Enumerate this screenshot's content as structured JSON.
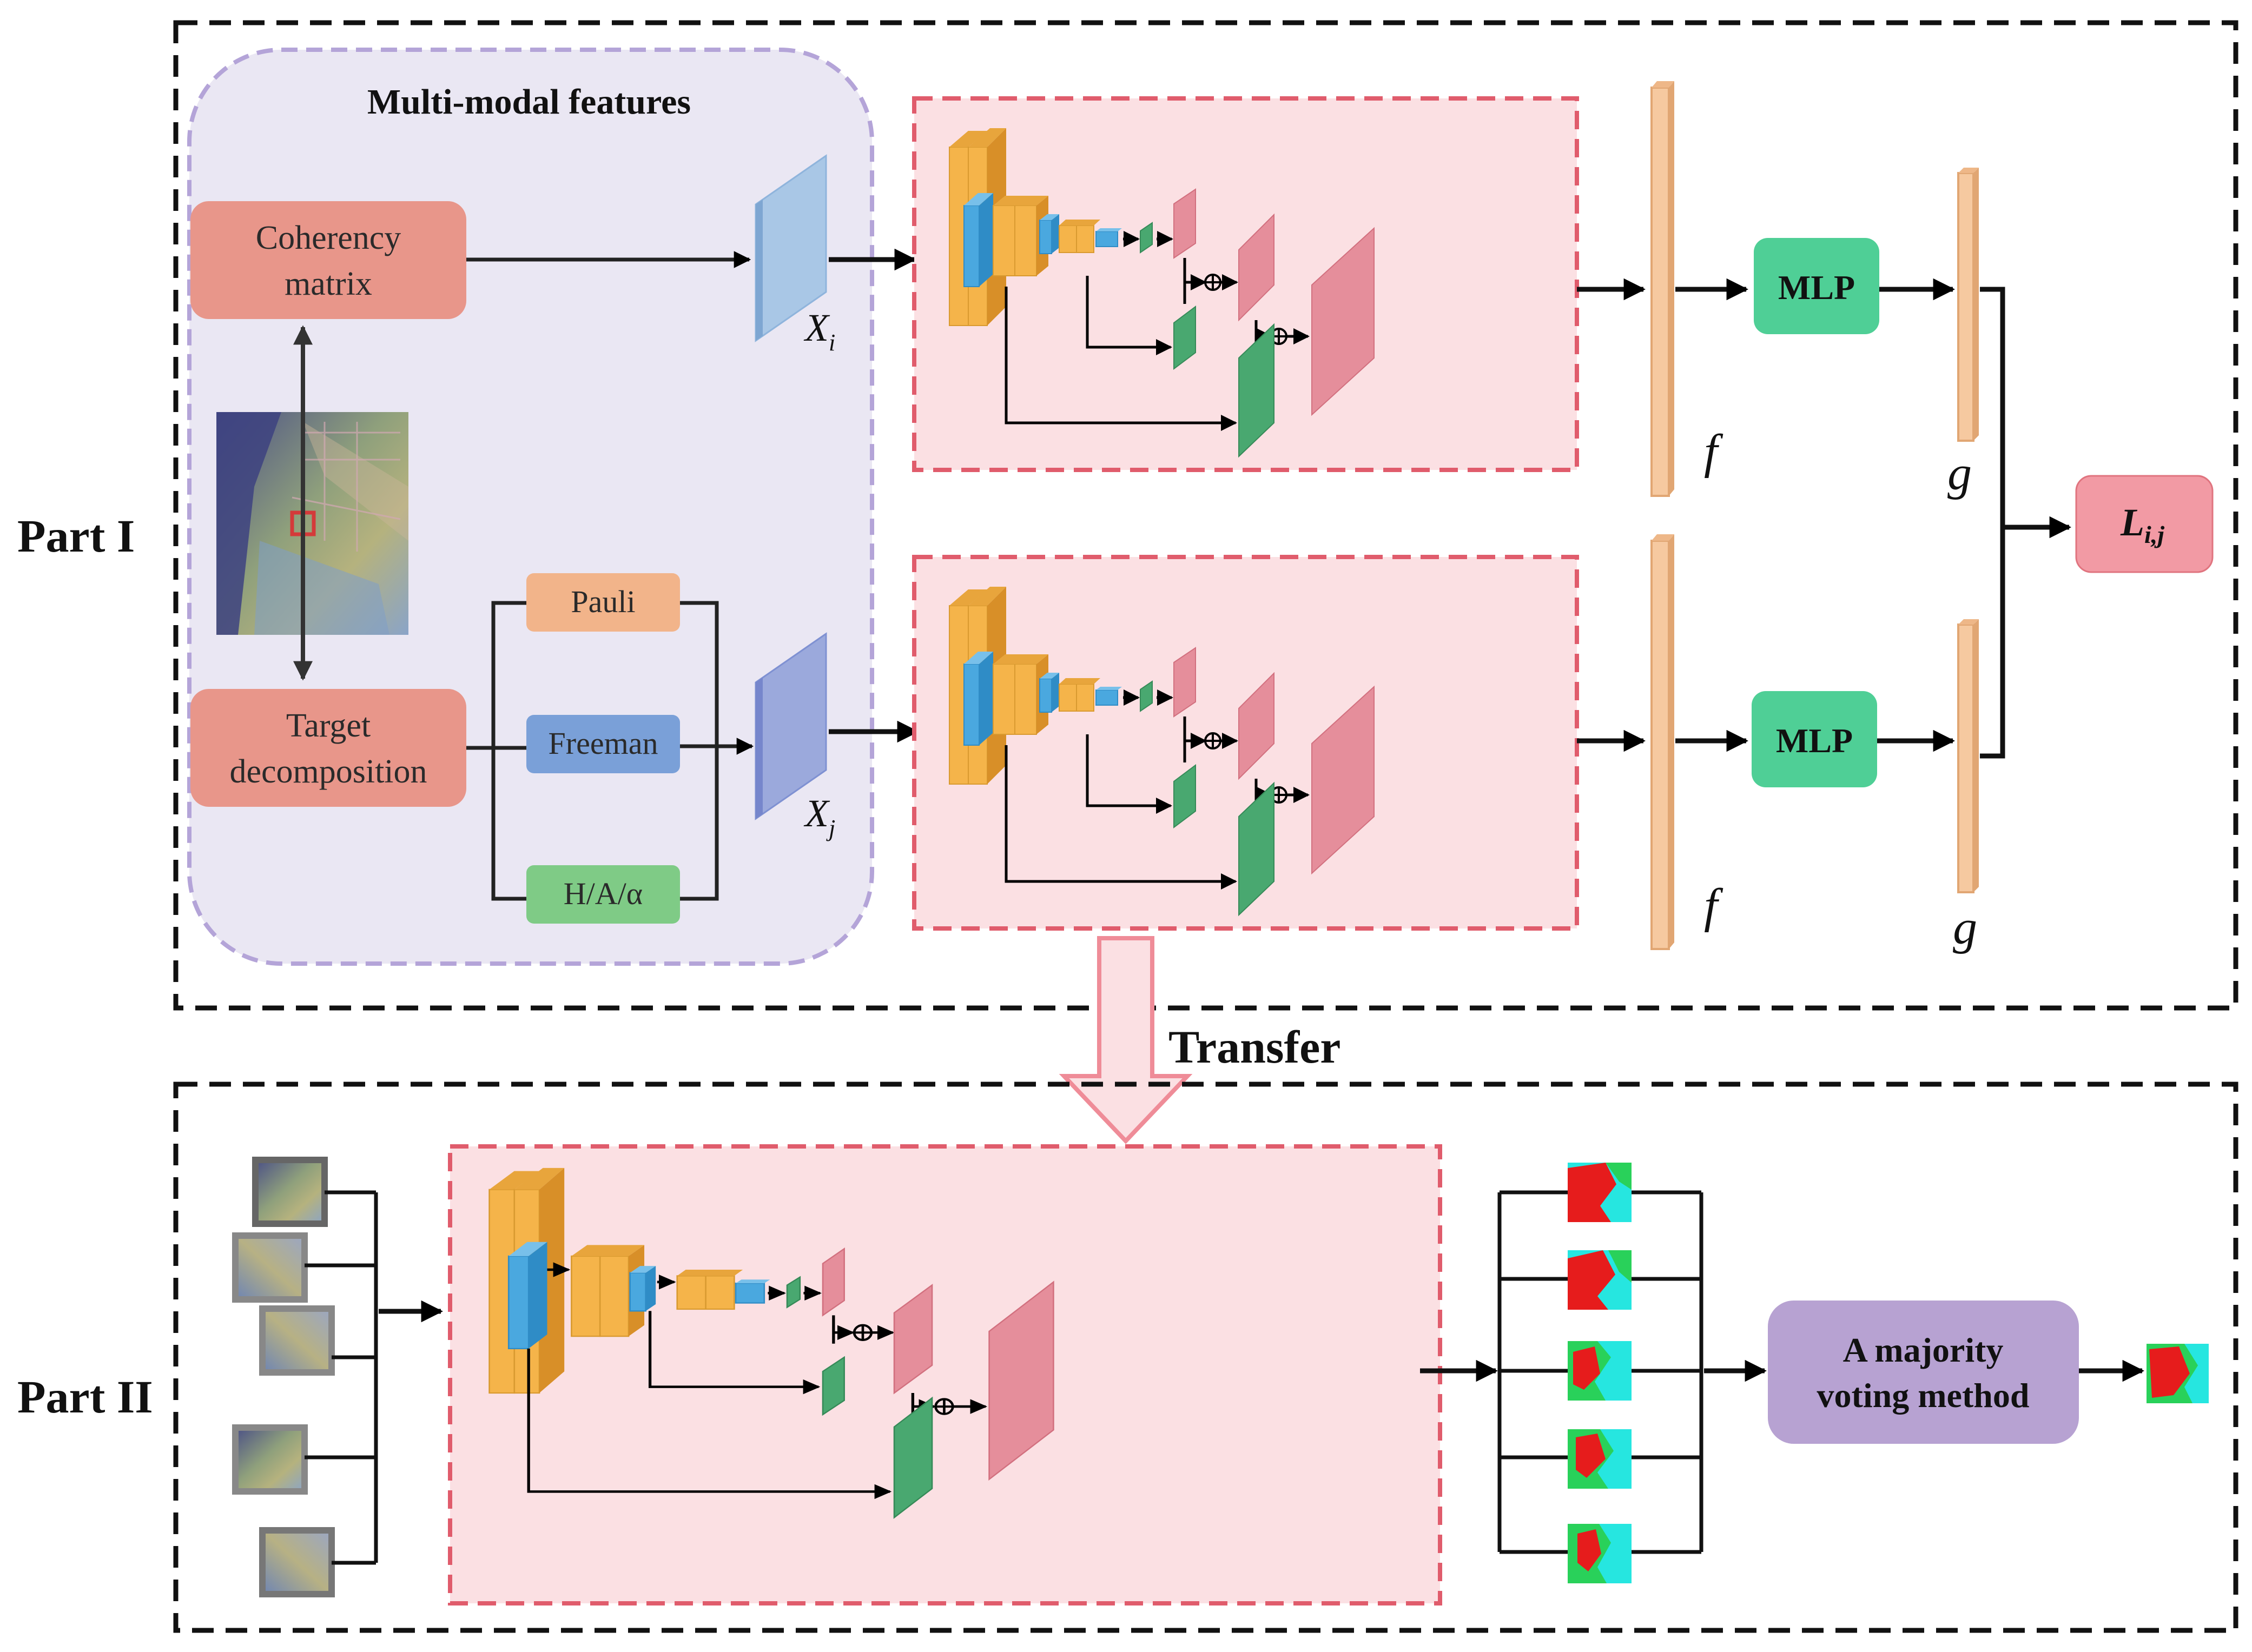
{
  "part1": {
    "label": "Part I",
    "feature_group_title": "Multi-modal features",
    "coherency_matrix": [
      "Coherency",
      "matrix"
    ],
    "target_decomposition": [
      "Target",
      "decomposition"
    ],
    "decompositions": [
      "Pauli",
      "Freeman",
      "H/A/α"
    ],
    "input_i": {
      "main": "X",
      "sub": "i"
    },
    "input_j": {
      "main": "X",
      "sub": "j"
    },
    "mlp": "MLP",
    "f_label": "f",
    "g_label": "g",
    "loss": {
      "main": "L",
      "sub": "i,j"
    }
  },
  "transfer_label": "Transfer",
  "part2": {
    "label": "Part II",
    "voting_label": [
      "A majority",
      "voting method"
    ]
  },
  "colors": {
    "salmon_box": "#e8968a",
    "pauli": "#f2b48a",
    "freeman": "#7aa0d8",
    "haalpha": "#7fcb86",
    "mlp": "#4fcf96",
    "loss": "#f29aa4",
    "voting": "#b7a2d2",
    "feature_group_bg": "#eae7f3",
    "feature_group_border": "#b4a4d8",
    "network_bg": "#fbe0e3",
    "network_border": "#e05c6c",
    "orange_block": "#f5b44a",
    "blue_block": "#4aa8df",
    "green_block": "#49a870",
    "pink_block": "#e58e9b",
    "vector": "#f6c9a0"
  }
}
